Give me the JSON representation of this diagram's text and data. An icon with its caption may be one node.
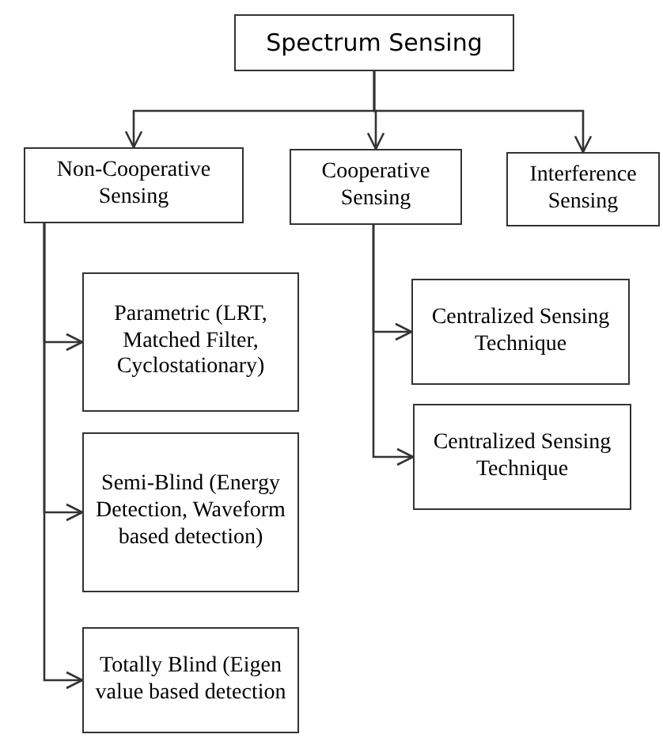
{
  "diagram": {
    "nodes": [
      {
        "text": [
          "Spectrum Sensing"
        ]
      },
      {
        "text": [
          "Non-Cooperative Sensing"
        ]
      },
      {
        "text": [
          "Cooperative Sensing"
        ]
      },
      {
        "text": [
          "Interference Sensing"
        ]
      },
      {
        "text": [
          "Parametric (LRT, Matched Filter, Cyclostationary)"
        ]
      },
      {
        "text": [
          "Semi-Blind (Energy Detection, Waveform based detection)"
        ]
      },
      {
        "text": [
          "Totally Blind (Eigen value based detection"
        ]
      },
      {
        "text": [
          "Centralized Sensing Technique"
        ]
      },
      {
        "text": [
          "Centralized Sensing Technique"
        ]
      }
    ],
    "edges": [
      {
        "from": 0,
        "to": 1,
        "arrow": "to"
      },
      {
        "from": 0,
        "to": 2,
        "arrow": "to"
      },
      {
        "from": 0,
        "to": 3,
        "arrow": "to"
      },
      {
        "from": 1,
        "to": 4,
        "arrow": "to"
      },
      {
        "from": 1,
        "to": 5,
        "arrow": "to"
      },
      {
        "from": 1,
        "to": 6,
        "arrow": "to"
      },
      {
        "from": 2,
        "to": 7,
        "arrow": "to"
      },
      {
        "from": 2,
        "to": 8,
        "arrow": "to"
      }
    ]
  }
}
